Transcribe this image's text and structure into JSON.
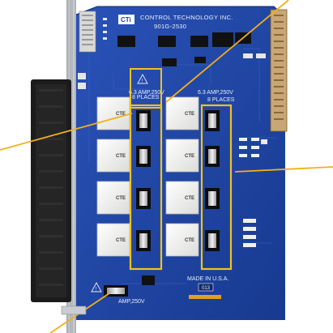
{
  "board": {
    "brand_mark": "CTi",
    "company": "CONTROL TECHNOLOGY INC.",
    "part_number": "901G-2530",
    "fuse_group_left_label": "6.3 AMP,250V",
    "fuse_group_left_places": "8 PLACES",
    "fuse_group_right_label": "6.3 AMP,250V",
    "fuse_group_right_places": "8 PLACES",
    "bottom_fuse_label": "AMP,250V",
    "origin": "MADE IN U.S.A.",
    "revision_tag": "013",
    "relay_brand": "CTE"
  },
  "colors": {
    "pcb": "#1c3f9a",
    "highlight_box": "#f2c21b",
    "callout_line": "#f2b019",
    "relay_body": "#f4f4f2",
    "faceplate": "#c9ccd0",
    "connector": "#1b1b1b"
  }
}
